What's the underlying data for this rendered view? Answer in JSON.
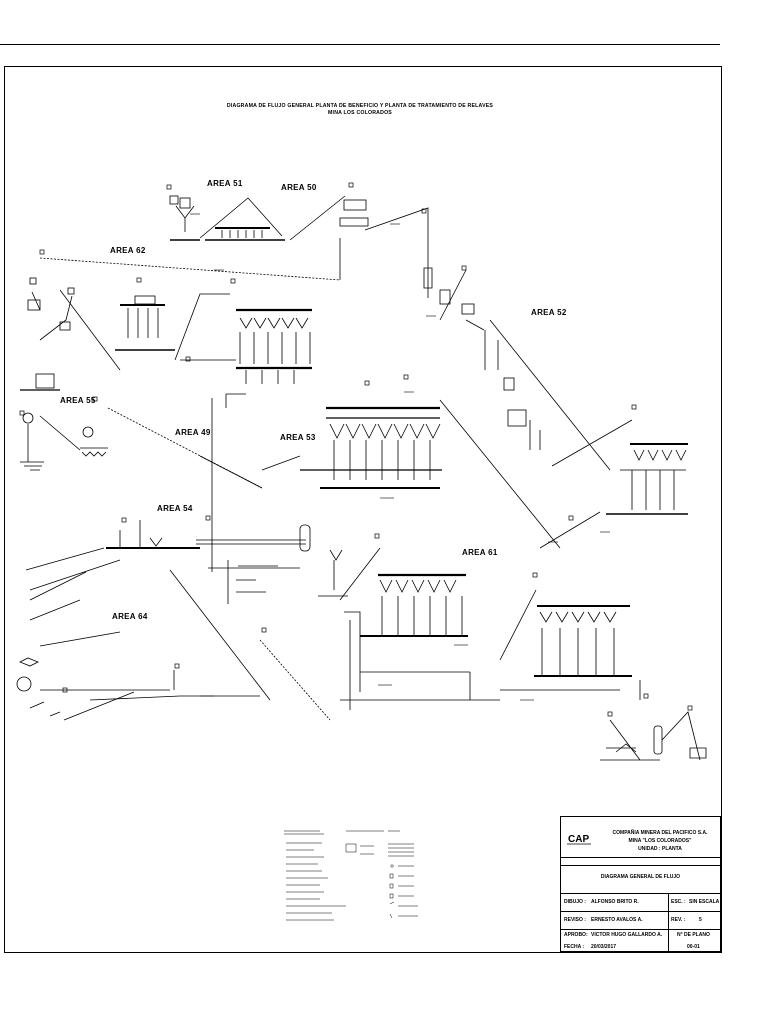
{
  "title": {
    "line1": "DIAGRAMA DE FLUJO GENERAL PLANTA DE BENEFICIO Y PLANTA DE TRATAMIENTO DE RELAVES",
    "line2": "MINA LOS COLORADOS"
  },
  "areas": {
    "a51": "AREA 51",
    "a50": "AREA 50",
    "a62": "AREA 62",
    "a52": "AREA 52",
    "a55": "AREA 55",
    "a49": "AREA 49",
    "a53": "AREA 53",
    "a54": "AREA 54",
    "a61": "AREA 61",
    "a64": "AREA 64"
  },
  "title_block": {
    "company": "COMPAÑIA MINERA DEL PACIFICO S.A.",
    "mine": "MINA \"LOS COLORADOS\"",
    "unit": "UNIDAD : PLANTA",
    "drawing_title": "DIAGRAMA GENERAL DE FLUJO",
    "drawn_label": "DIBUJO :",
    "drawn_value": "ALFONSO BRITO R.",
    "scale_label": "ESC. :",
    "scale_value": "SIN ESCALA",
    "reviewed_label": "REVISO :",
    "reviewed_value": "ERNESTO AVALOS A.",
    "rev_label": "REV. :",
    "rev_value": "5",
    "approved_label": "APROBO:",
    "approved_value": "VICTOR HUGO GALLARDO A.",
    "plan_no_label": "N° DE PLANO",
    "plan_no_value": "00-01",
    "date_label": "FECHA :",
    "date_value": "20/03/2017",
    "logo_text": "CAP"
  }
}
